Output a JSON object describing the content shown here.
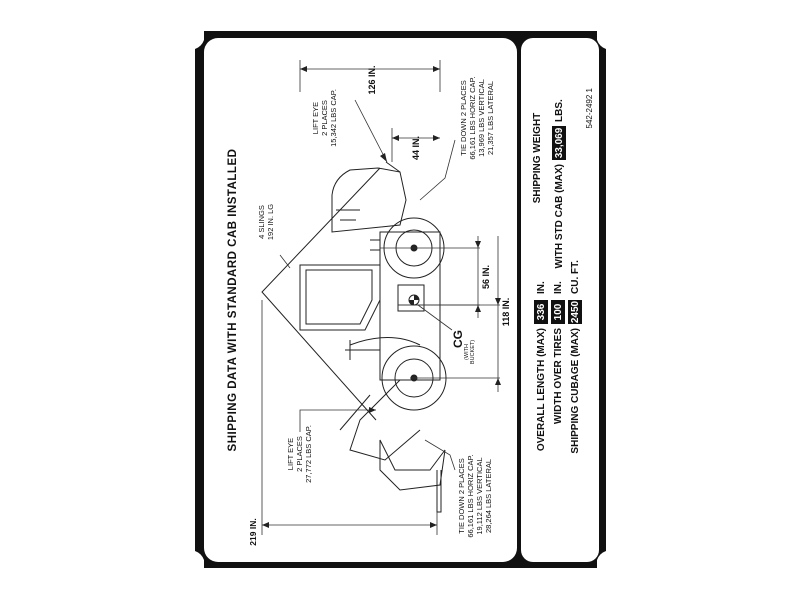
{
  "plate": {
    "title": "SHIPPING DATA WITH STANDARD CAB INSTALLED",
    "part_number": "542-2492 1"
  },
  "diagram": {
    "dim_126": "126 IN.",
    "dim_44": "44 IN.",
    "dim_56": "56 IN.",
    "dim_118": "118 IN.",
    "dim_219": "219 IN.",
    "slings": [
      "4 SLINGS",
      "192 IN. LG"
    ],
    "rear_lift_eye": [
      "LIFT EYE",
      "2 PLACES",
      "15,342 LBS CAP."
    ],
    "rear_tie_down": [
      "TIE DOWN 2 PLACES",
      "66,161 LBS HORIZ CAP.",
      "13,969 LBS VERTICAL",
      "21,357 LBS LATERAL"
    ],
    "front_lift_eye": [
      "LIFT EYE",
      "2 PLACES",
      "27,772 LBS CAP."
    ],
    "front_tie_down": [
      "TIE DOWN 2 PLACES",
      "66,161 LBS HORIZ CAP.",
      "19,112 LBS VERTICAL",
      "28,264 LBS LATERAL"
    ],
    "cg_label": "CG",
    "cg_note": [
      "(WITH",
      "BUCKET)"
    ]
  },
  "specs": {
    "rows": [
      {
        "label": "OVERALL LENGTH (MAX)",
        "value": "336",
        "unit": "IN."
      },
      {
        "label": "WIDTH OVER TIRES",
        "value": "100",
        "unit": "IN."
      },
      {
        "label": "SHIPPING CUBAGE (MAX)",
        "value": "2450",
        "unit": "CU. FT."
      }
    ],
    "weight_heading": "SHIPPING WEIGHT",
    "weight_label": "WITH STD CAB (MAX)",
    "weight_value": "33,069",
    "weight_unit": "LBS."
  }
}
